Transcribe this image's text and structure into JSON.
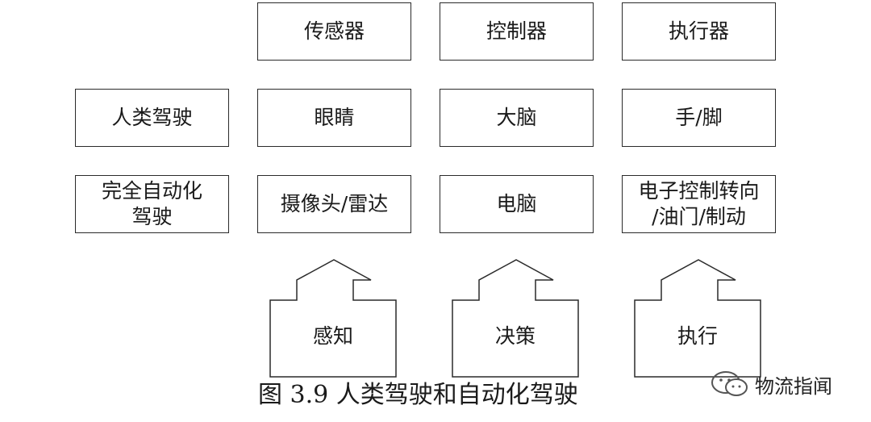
{
  "header_row": {
    "sensor": "传感器",
    "controller": "控制器",
    "actuator": "执行器"
  },
  "human_row": {
    "label": "人类驾驶",
    "sensor": "眼睛",
    "controller": "大脑",
    "actuator": "手/脚"
  },
  "auto_row": {
    "label_lines": [
      "完全自动化",
      "驾驶"
    ],
    "sensor": "摄像头/雷达",
    "controller": "电脑",
    "actuator_lines": [
      "电子控制转向",
      "/油门/制动"
    ]
  },
  "arrows": {
    "perception": "感知",
    "decision": "决策",
    "execution": "执行"
  },
  "caption": "图 3.9  人类驾驶和自动化驾驶",
  "watermark": {
    "text": "物流指闻",
    "icon": "wechat-icon"
  }
}
